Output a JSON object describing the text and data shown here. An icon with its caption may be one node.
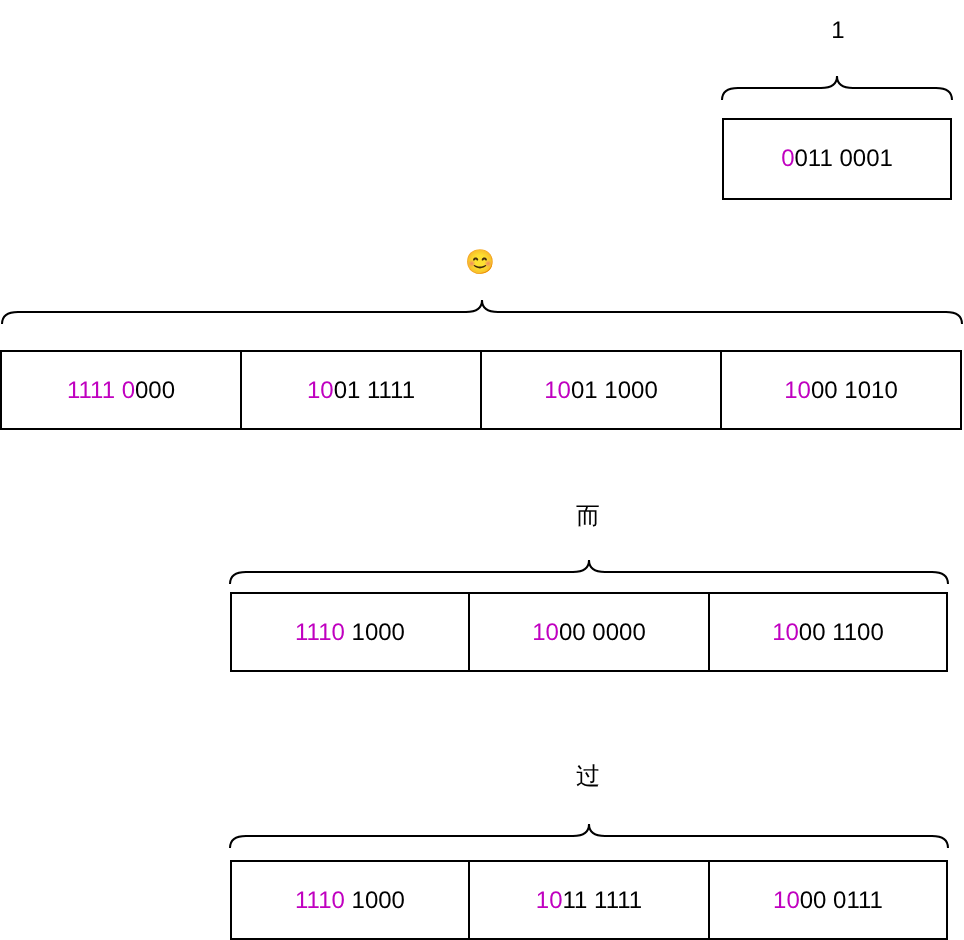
{
  "diagram": {
    "nodes": [
      {
        "text": [
          "0011 0001"
        ]
      },
      {
        "text": [
          "1111 0000"
        ]
      },
      {
        "text": [
          "1001 1111"
        ]
      },
      {
        "text": [
          "1001 1000"
        ]
      },
      {
        "text": [
          "1000 1010"
        ]
      },
      {
        "text": [
          "1110 1000"
        ]
      },
      {
        "text": [
          "1000 0000"
        ]
      },
      {
        "text": [
          "1000 1100"
        ]
      },
      {
        "text": [
          "1110 1000"
        ]
      },
      {
        "text": [
          "1011 1111"
        ]
      },
      {
        "text": [
          "1000 0111"
        ]
      }
    ],
    "edges": [],
    "labels": [
      "1",
      "😊",
      "而",
      "过"
    ]
  }
}
